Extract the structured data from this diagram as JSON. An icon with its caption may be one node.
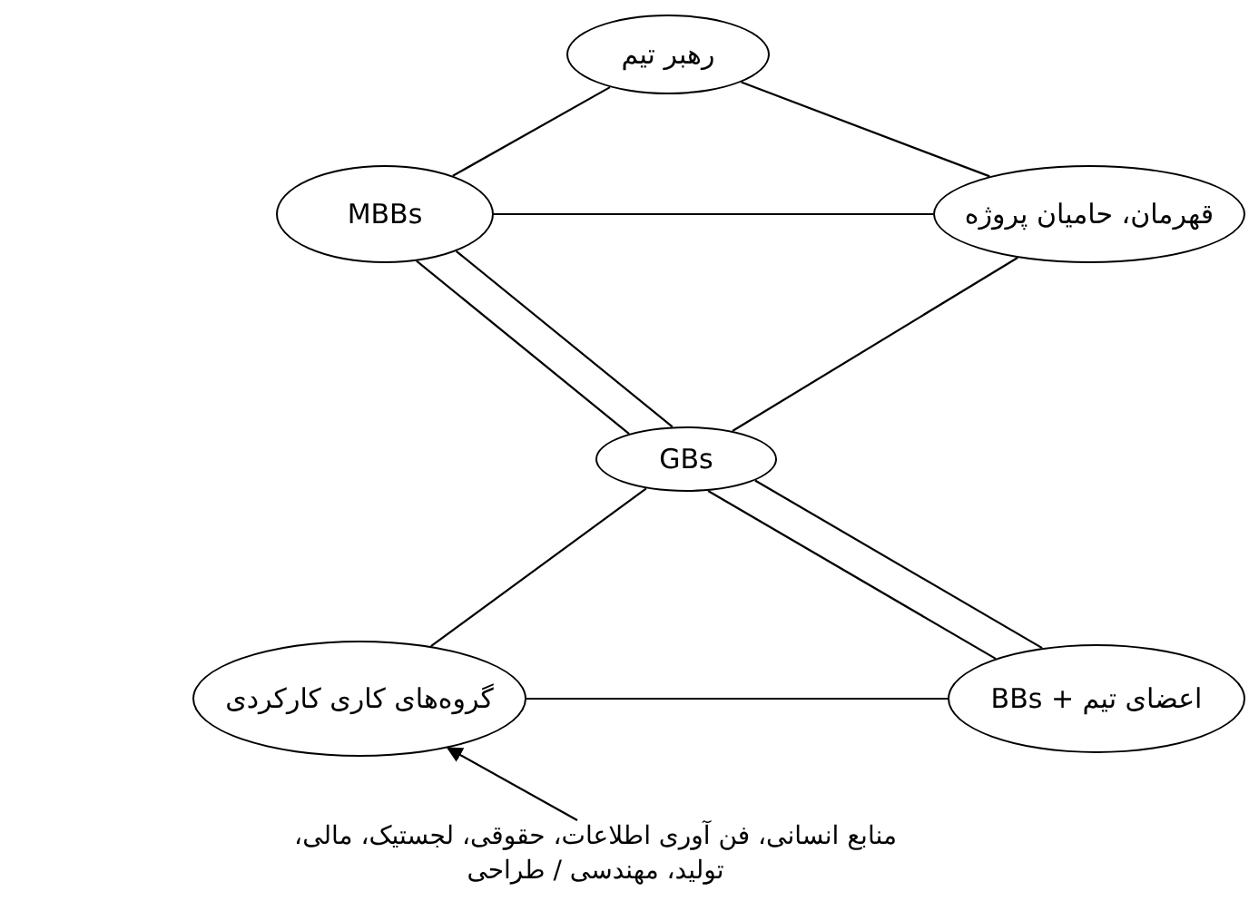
{
  "diagram": {
    "nodes": [
      {
        "text": [
          "رهبر تیم"
        ]
      },
      {
        "text": [
          "MBBs"
        ]
      },
      {
        "text": [
          "قهرمان، حامیان پروژه"
        ]
      },
      {
        "text": [
          "GBs"
        ]
      },
      {
        "text": [
          "گروه‌های کاری کارکردی"
        ]
      },
      {
        "text": [
          "اعضای تیم + BBs"
        ]
      },
      {
        "text": [
          "منابع انسانی، فن آوری اطلاعات، حقوقی، لجستیک، مالی، تولید، مهندسی / طراحی"
        ]
      }
    ],
    "edges": [
      {
        "from": 0,
        "to": 1,
        "arrow": "none"
      },
      {
        "from": 0,
        "to": 2,
        "arrow": "none"
      },
      {
        "from": 1,
        "to": 2,
        "arrow": "none"
      },
      {
        "from": 2,
        "to": 3,
        "arrow": "none"
      },
      {
        "from": 1,
        "to": 3,
        "arrow": "none"
      },
      {
        "from": 1,
        "to": 3,
        "arrow": "none"
      },
      {
        "from": 3,
        "to": 5,
        "arrow": "none"
      },
      {
        "from": 3,
        "to": 5,
        "arrow": "none"
      },
      {
        "from": 3,
        "to": 4,
        "arrow": "none"
      },
      {
        "from": 4,
        "to": 5,
        "arrow": "none"
      },
      {
        "from": 6,
        "to": 4,
        "arrow": "to"
      }
    ]
  }
}
